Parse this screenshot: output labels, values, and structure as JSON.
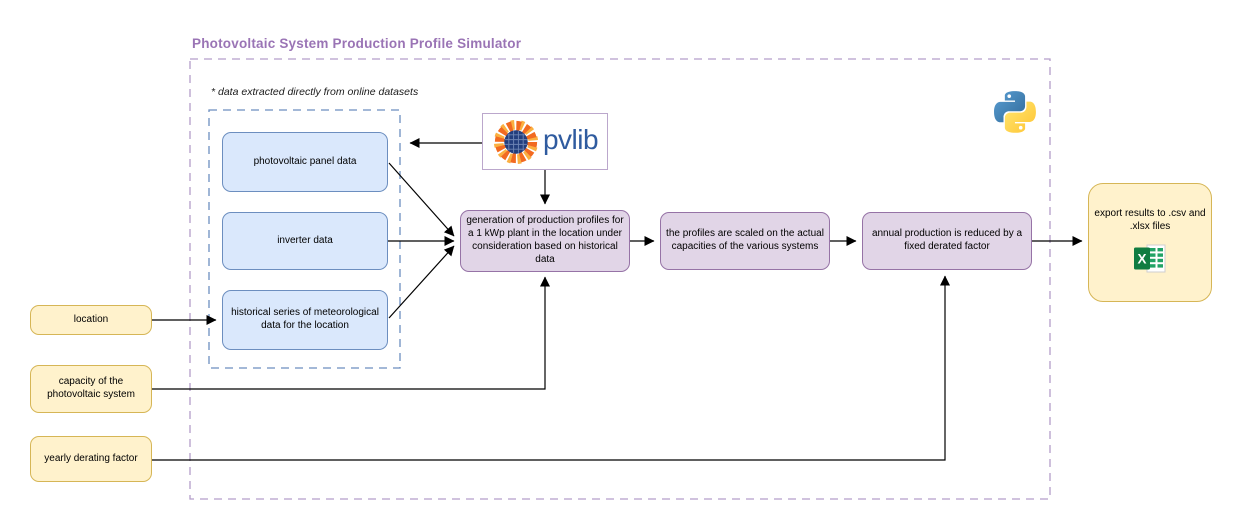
{
  "title": "Photovoltaic System Production Profile Simulator",
  "note": "* data extracted directly from online datasets",
  "inputs": {
    "location": "location",
    "capacity": "capacity of the photovoltaic system",
    "derating": "yearly derating factor"
  },
  "datasets": {
    "panel": "photovoltaic panel data",
    "inverter": "inverter data",
    "meteo": "historical series of meteorological data for the location"
  },
  "process": {
    "generation": "generation of production profiles for a 1 kWp plant in the location under consideration based on historical data",
    "scaling": "the profiles are scaled on the actual capacities of the various systems",
    "derate": "annual production is reduced by a fixed derated factor"
  },
  "output": {
    "export": "export results to .csv and .xlsx files"
  },
  "logos": {
    "pvlib": "pvlib"
  },
  "icons": {
    "pvlib_sun": "sun-solar-panel-icon",
    "python": "python-logo-icon",
    "excel": "excel-spreadsheet-icon"
  },
  "colors": {
    "title_purple": "#9a74b5",
    "boundary_purple": "#b39dca",
    "dataset_group_blue": "#6c8ebf",
    "node_blue_fill": "#dae8fc",
    "node_blue_stroke": "#6c8ebf",
    "node_purple_fill": "#e1d5e7",
    "node_purple_stroke": "#9673a6",
    "node_yellow_fill": "#fff2cc",
    "node_yellow_stroke": "#d6b656",
    "pvlib_blue": "#2f5b9f",
    "excel_green": "#107c41",
    "arrow_black": "#000000"
  }
}
